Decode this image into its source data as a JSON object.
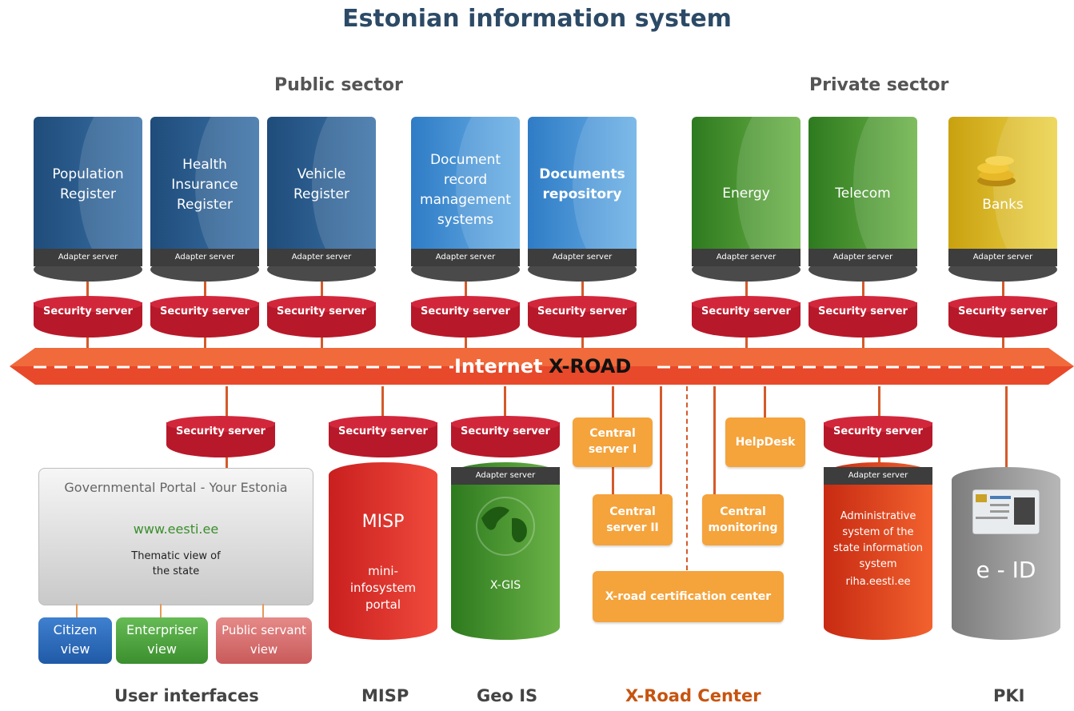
{
  "title": "Estonian information system",
  "sectors": {
    "public": "Public sector",
    "private": "Private sector"
  },
  "registers": [
    {
      "label": "Population Register",
      "adapter": "Adapter server",
      "color": "#2f5f8f"
    },
    {
      "label": "Health Insurance Register",
      "adapter": "Adapter server",
      "color": "#2f5f8f"
    },
    {
      "label": "Vehicle Register",
      "adapter": "Adapter server",
      "color": "#2f5f8f"
    },
    {
      "label": "Document record management systems",
      "adapter": "Adapter server",
      "color": "#3f8fd0"
    },
    {
      "label": "Documents repository",
      "adapter": "Adapter server",
      "color": "#3f8fd0"
    },
    {
      "label": "Energy",
      "adapter": "Adapter server",
      "color": "#3e8b2c"
    },
    {
      "label": "Telecom",
      "adapter": "Adapter server",
      "color": "#3e8b2c"
    },
    {
      "label": "Banks",
      "adapter": "Adapter server",
      "color": "#d9b421"
    }
  ],
  "security_server_label": "Security server",
  "xroad": {
    "internet": "Internet",
    "name": "X-ROAD",
    "color": "#e8492a"
  },
  "portal": {
    "title": "Governmental Portal - Your Estonia",
    "url": "www.eesti.ee",
    "description": "Thematic view of the state"
  },
  "user_views": [
    {
      "label": "Citizen view",
      "color": "#2f6fc0"
    },
    {
      "label": "Enterpriser view",
      "color": "#4aa640"
    },
    {
      "label": "Public servant view",
      "color": "#d9686a"
    }
  ],
  "misp": {
    "name": "MISP",
    "description": "mini-infosystem portal",
    "color": "#e5302e"
  },
  "geo": {
    "adapter": "Adapter server",
    "name": "X-GIS",
    "color": "#3f8f2a"
  },
  "center": {
    "central_server_1": "Central server I",
    "central_server_2": "Central server II",
    "helpdesk": "HelpDesk",
    "central_monitoring": "Central monitoring",
    "certification": "X-road certification center"
  },
  "admin_system": {
    "adapter": "Adapter server",
    "label": "Administrative system of the state information system",
    "url": "riha.eesti.ee",
    "color": "#e94a26"
  },
  "pki": {
    "label": "e - ID",
    "color": "#8f8f8f"
  },
  "bottom_labels": {
    "user_interfaces": "User interfaces",
    "misp": "MISP",
    "geo": "Geo IS",
    "xroad_center": "X-Road Center",
    "pki": "PKI"
  }
}
